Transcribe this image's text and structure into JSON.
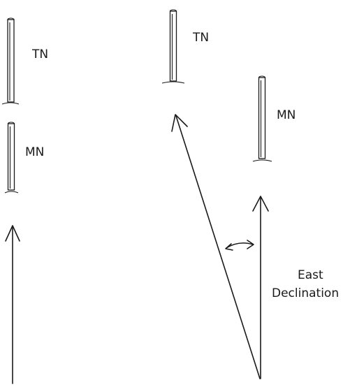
{
  "left_panel": {
    "true_north_label": "TN",
    "magnetic_north_label": "MN"
  },
  "right_panel": {
    "true_north_label": "TN",
    "magnetic_north_label": "MN",
    "declination_label_line1": "East",
    "declination_label_line2": "Declination"
  },
  "colors": {
    "ink": "#1a1a1a",
    "background": "#ffffff"
  }
}
